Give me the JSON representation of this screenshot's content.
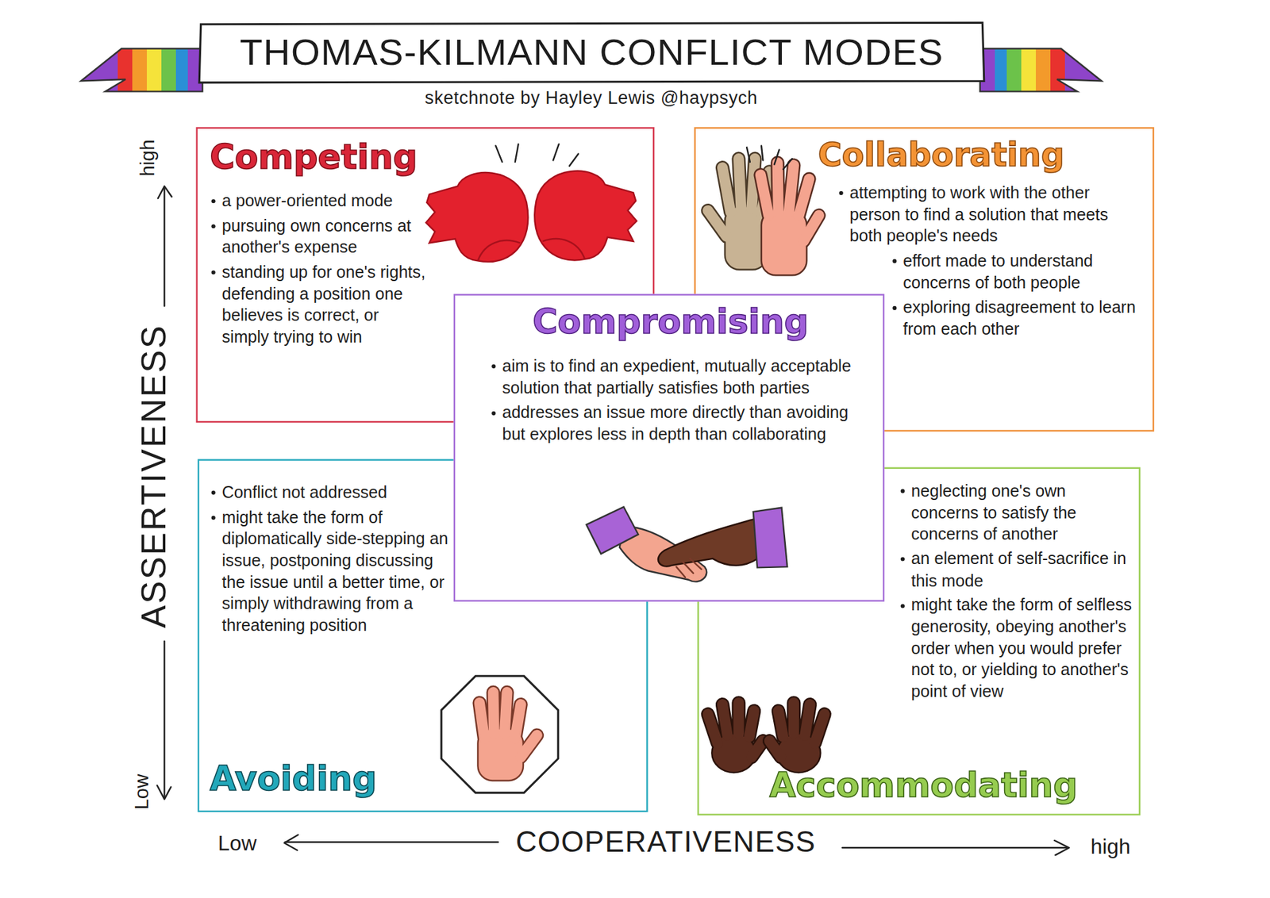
{
  "diagram": {
    "title": "THOMAS-KILMANN CONFLICT MODES",
    "nodes": [
      {
        "text": [
          "Competing",
          "a power-oriented mode",
          "pursuing own concerns at another's expense",
          "standing up for one's rights, defending a position one believes is correct, or simply trying to win"
        ]
      },
      {
        "text": [
          "Collaborating",
          "attempting to work with the other person to find a solution that meets both people's needs",
          "effort made to understand concerns of both people",
          "exploring disagreement to learn from each other"
        ]
      },
      {
        "text": [
          "Compromising",
          "aim is to find an expedient, mutually acceptable solution that partially satisfies both parties",
          "addresses an issue more directly than avoiding but explores less in depth than collaborating"
        ]
      },
      {
        "text": [
          "Avoiding",
          "Conflict not addressed",
          "might take the form of diplomatically side-stepping an issue, postponing discussing the issue until a better time, or simply withdrawing from a threatening position"
        ]
      },
      {
        "text": [
          "Accommodating",
          "neglecting one's own concerns to satisfy the concerns of another",
          "an element of self-sacrifice in this mode",
          "might take the form of selfless generosity, obeying another's order when you would prefer not to, or yielding to another's point of view"
        ]
      }
    ],
    "labels": [
      "sketchnote by Hayley Lewis @haypsych",
      "high",
      "ASSERTIVENESS",
      "Low",
      "Low",
      "COOPERATIVENESS",
      "high"
    ]
  }
}
